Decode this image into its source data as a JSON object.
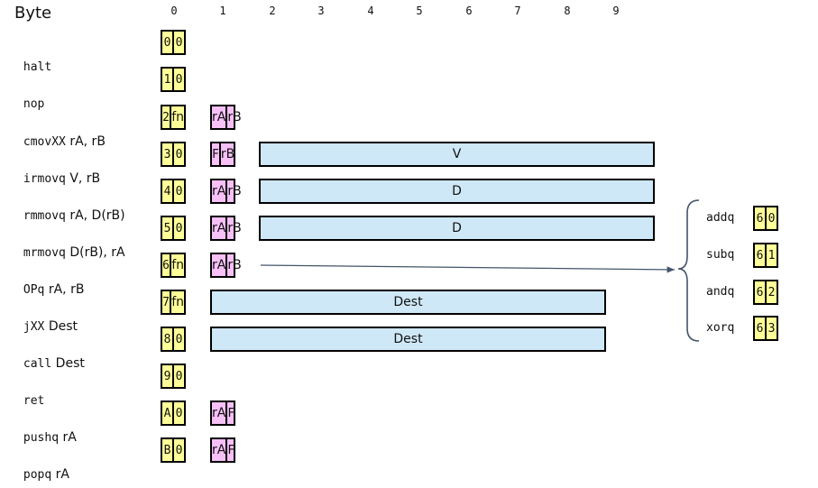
{
  "title": "Byte",
  "byte_numbers": [
    "0",
    "1",
    "2",
    "3",
    "4",
    "5",
    "6",
    "7",
    "8",
    "9"
  ],
  "instructions": [
    {
      "mnemonic": "halt",
      "args": "",
      "b0": [
        "0",
        "0"
      ]
    },
    {
      "mnemonic": "nop",
      "args": "",
      "b0": [
        "1",
        "0"
      ]
    },
    {
      "mnemonic": "cmovXX",
      "args": "rA, rB",
      "b0": [
        "2",
        "fn"
      ],
      "b1": [
        "rA",
        "rB"
      ]
    },
    {
      "mnemonic": "irmovq",
      "args": "V, rB",
      "b0": [
        "3",
        "0"
      ],
      "b1": [
        "F",
        "rB"
      ],
      "field": "V"
    },
    {
      "mnemonic": "rmmovq",
      "args": "rA, D(rB)",
      "b0": [
        "4",
        "0"
      ],
      "b1": [
        "rA",
        "rB"
      ],
      "field": "D"
    },
    {
      "mnemonic": "mrmovq",
      "args": "D(rB), rA",
      "b0": [
        "5",
        "0"
      ],
      "b1": [
        "rA",
        "rB"
      ],
      "field": "D"
    },
    {
      "mnemonic": "OPq",
      "args": "rA, rB",
      "b0": [
        "6",
        "fn"
      ],
      "b1": [
        "rA",
        "rB"
      ]
    },
    {
      "mnemonic": "jXX",
      "args": "Dest",
      "b0": [
        "7",
        "fn"
      ],
      "field": "Dest"
    },
    {
      "mnemonic": "call",
      "args": "Dest",
      "b0": [
        "8",
        "0"
      ],
      "field": "Dest"
    },
    {
      "mnemonic": "ret",
      "args": "",
      "b0": [
        "9",
        "0"
      ]
    },
    {
      "mnemonic": "pushq",
      "args": "rA",
      "b0": [
        "A",
        "0"
      ],
      "b1": [
        "rA",
        "F"
      ]
    },
    {
      "mnemonic": "popq",
      "args": "rA",
      "b0": [
        "B",
        "0"
      ],
      "b1": [
        "rA",
        "F"
      ]
    }
  ],
  "op_codes": [
    {
      "name": "addq",
      "code": [
        "6",
        "0"
      ]
    },
    {
      "name": "subq",
      "code": [
        "6",
        "1"
      ]
    },
    {
      "name": "andq",
      "code": [
        "6",
        "2"
      ]
    },
    {
      "name": "xorq",
      "code": [
        "6",
        "3"
      ]
    }
  ],
  "colors": {
    "icode_fn": "#ffff99",
    "registers": "#f7c0f7",
    "constant": "#cfe8f8"
  }
}
